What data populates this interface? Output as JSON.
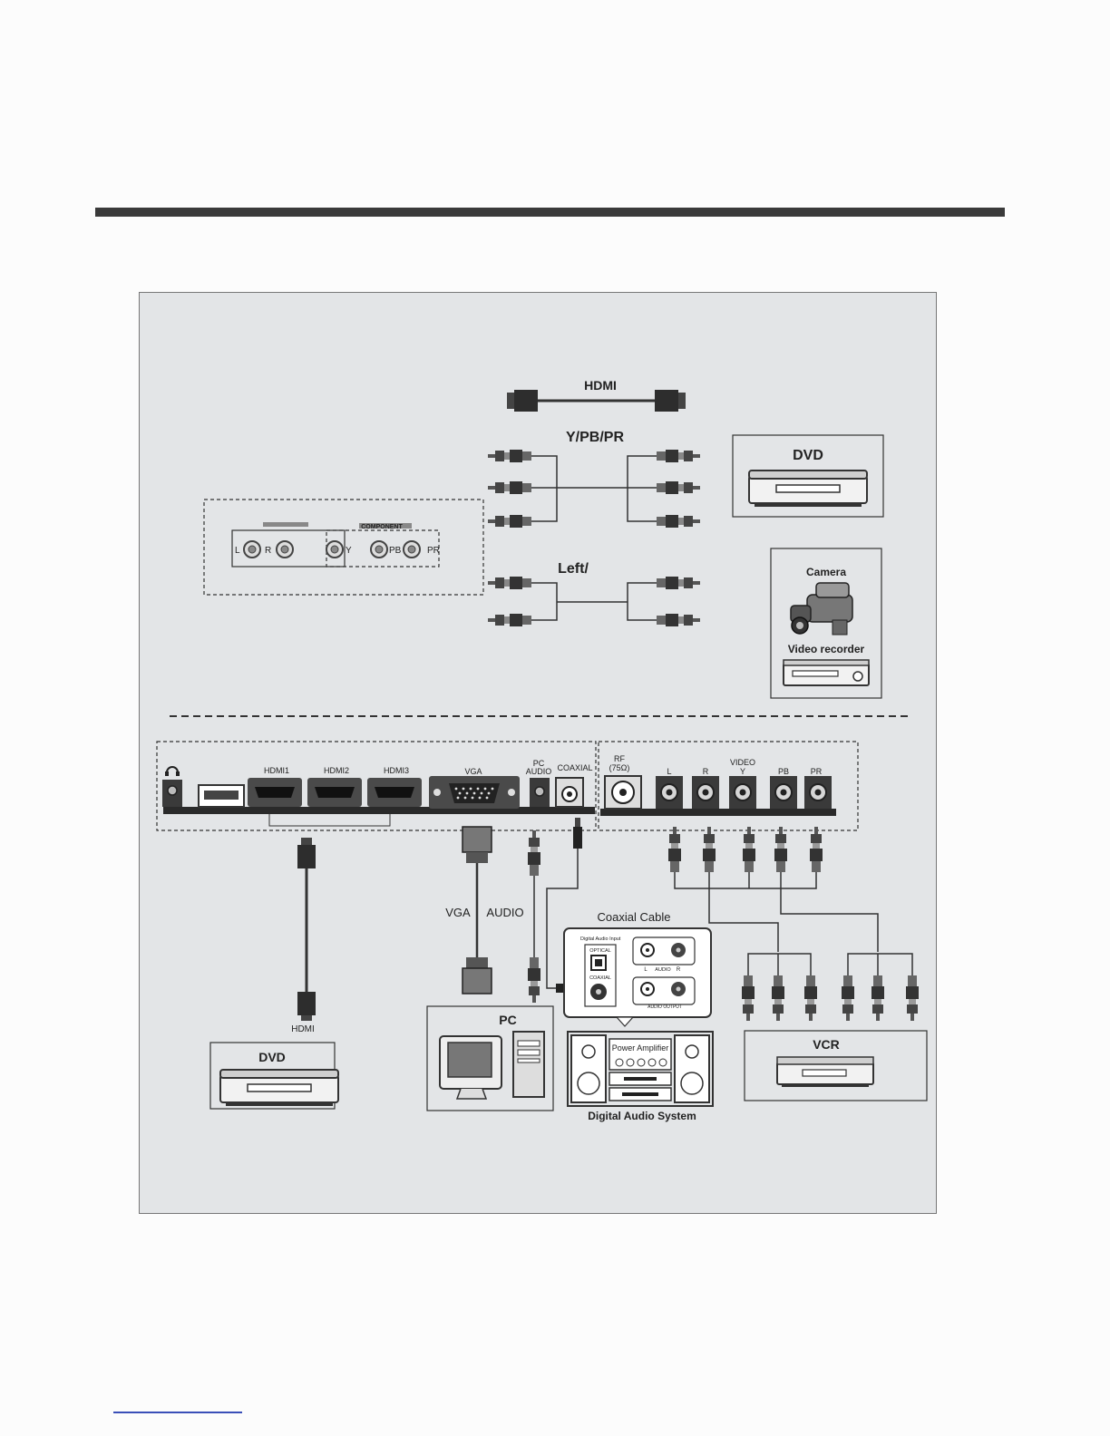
{
  "top_section": {
    "hdmi_cable_label": "HDMI",
    "component_cable_label": "Y/PB/PR",
    "audio_cable_label": "Left/",
    "side_panel": {
      "component_label": "COMPONENT",
      "jacks": [
        "L",
        "R",
        "Y",
        "PB",
        "PR"
      ]
    },
    "devices": {
      "dvd": "DVD",
      "camera": "Camera",
      "video_recorder": "Video recorder"
    }
  },
  "bottom_section": {
    "ports": {
      "hdmi1": "HDMI1",
      "hdmi2": "HDMI2",
      "hdmi3": "HDMI3",
      "vga": "VGA",
      "pc_audio_line1": "PC",
      "pc_audio_line2": "AUDIO",
      "coaxial": "COAXIAL",
      "rf_line1": "RF",
      "rf_line2": "(75Ω)",
      "l": "L",
      "r": "R",
      "video_line1": "VIDEO",
      "video_line2": "Y",
      "pb": "PB",
      "pr": "PR"
    },
    "cables": {
      "hdmi": "HDMI",
      "vga": "VGA",
      "audio": "AUDIO",
      "coaxial": "Coaxial Cable"
    },
    "audio_input_panel": {
      "title": "Digital Audio Input",
      "optical": "OPTICAL",
      "coaxial": "COAXIAL",
      "l": "L",
      "audio": "AUDIO",
      "r": "R",
      "output": "AUDIO OUTPUT"
    },
    "devices": {
      "dvd": "DVD",
      "pc": "PC",
      "power_amplifier": "Power Amplifier",
      "digital_audio_system": "Digital Audio System",
      "vcr": "VCR"
    }
  }
}
